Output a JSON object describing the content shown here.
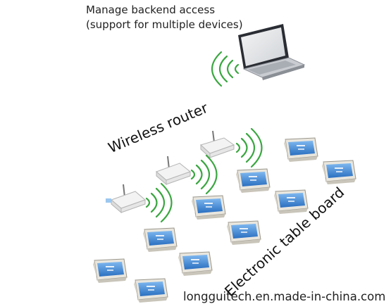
{
  "caption": {
    "line1": "Manage backend access",
    "line2": "(support for multiple devices)"
  },
  "labels": {
    "router": "Wireless router",
    "board": "Electronic table board"
  },
  "watermark": "longguitech.en.made-in-china.com",
  "colors": {
    "wifi_green": "#3aa640",
    "screen_blue": "#2f7fd0",
    "board_body": "#e9e6de",
    "router_body": "#f2f2f2"
  },
  "icons": {
    "laptop": "laptop-icon",
    "router": "router-icon",
    "board": "table-board-icon",
    "wifi": "wifi-waves-icon"
  }
}
